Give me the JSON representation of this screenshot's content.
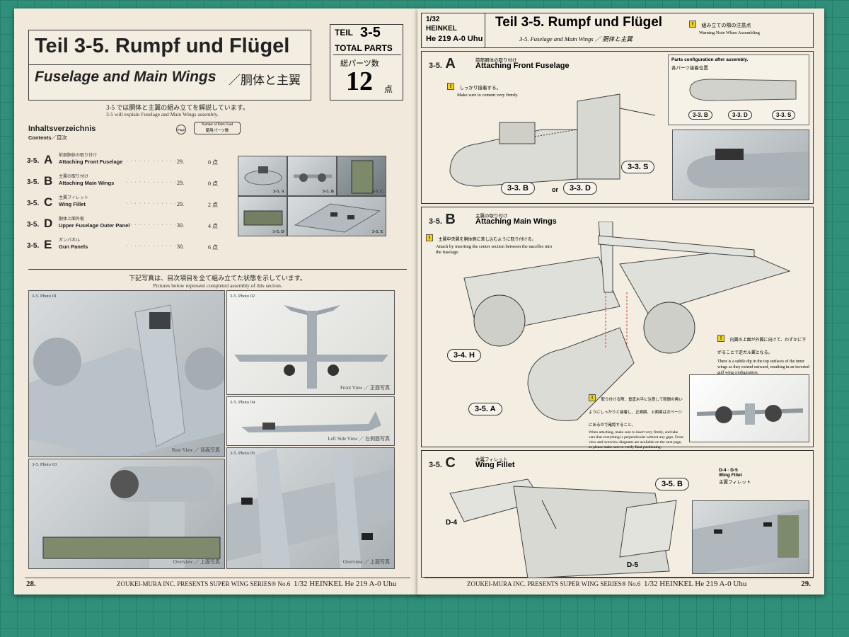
{
  "left_page": {
    "title_de": "Teil 3-5. Rumpf und Flügel",
    "title_en": "Fuselage and Main Wings",
    "title_jp": "／胴体と主翼",
    "teil_label": "TEIL",
    "teil_number": "3-5",
    "total_parts_label": "TOTAL PARTS",
    "total_parts_jp": "総パーツ数",
    "total_parts_count": "12",
    "total_parts_unit": "点",
    "intro_jp": "3-5 では胴体と主翼の組み立てを解説しています。",
    "intro_en": "3-5 will explain Fuselage and Main Wings assembly.",
    "toc": {
      "heading": "Inhaltsverzeichnis",
      "subheading": "Contents",
      "subheading_jp": "／目次",
      "page_badge": "Page",
      "parts_badge_en": "Number of Parts Used",
      "parts_badge_jp": "使用パーツ数",
      "rows": [
        {
          "num": "3-5.",
          "letter": "A",
          "jp": "前部胴体の取り付け",
          "en": "Attaching Front Fuselage",
          "page": "29.",
          "count": "0 点"
        },
        {
          "num": "3-5.",
          "letter": "B",
          "jp": "主翼の取り付け",
          "en": "Attaching Main Wings",
          "page": "29.",
          "count": "0 点"
        },
        {
          "num": "3-5.",
          "letter": "C",
          "jp": "主翼フィレット",
          "en": "Wing Fillet",
          "page": "29.",
          "count": "2 点"
        },
        {
          "num": "3-5.",
          "letter": "D",
          "jp": "胴体上面外板",
          "en": "Upper Fuselage Outer Panel",
          "page": "30.",
          "count": "4 点"
        },
        {
          "num": "3-5.",
          "letter": "E",
          "jp": "ガンパネル",
          "en": "Gun Panels",
          "page": "30.",
          "count": "6 点"
        }
      ],
      "thumbs": [
        "3-5. A",
        "3-5. B",
        "3-5. C",
        "3-5. D",
        "3-5. E"
      ]
    },
    "photos_jp": "下記写真は、目次項目を全て組み立てた状態を示しています。",
    "photos_en": "Pictures below represent completed assembly of this section.",
    "photos": [
      {
        "label": "3-5. Photo  01",
        "caption": "Rear View ／ 背面写真"
      },
      {
        "label": "3-5. Photo  02",
        "caption": "Front View ／ 正面写真"
      },
      {
        "label": "3-5. Photo  03",
        "caption": "Overview ／ 上面写真"
      },
      {
        "label": "3-5. Photo  04",
        "caption": "Left Side View ／ 左側面写真"
      },
      {
        "label": "3-5. Photo  05",
        "caption": "Overview ／ 上面写真"
      }
    ],
    "footer": {
      "page_num": "28.",
      "series": "ZOUKEI-MURA INC. PRESENTS   SUPER WING SERIES® No.6",
      "model": "1/32 HEINKEL He 219 A-0 Uhu"
    }
  },
  "right_page": {
    "scale": "1/32",
    "maker": "HEINKEL",
    "model": "He 219 A-0 Uhu",
    "title_de": "Teil 3-5.  Rumpf und Flügel",
    "subtitle": "3-5. Fuselage and Main Wings ／ 胴体と主翼",
    "warning_jp": "組み立ての際の注意点",
    "warning_en": "Warning Note When Assembling",
    "step_a": {
      "num": "3-5.",
      "letter": "A",
      "jp": "前部胴体の取り付け",
      "en": "Attaching Front Fuselage",
      "note_jp": "しっかり接着する。",
      "note_en": "Make sure to cement very firmly.",
      "parts_config_en": "Parts configuration after assembly.",
      "parts_config_jp": "各パーツ接着位置",
      "refs": [
        "3-3. B",
        "3-3. D",
        "3-3. S"
      ],
      "ref_s": "3-3. S",
      "ref_b": "3-3. B",
      "or": "or",
      "ref_d": "3-3. D"
    },
    "step_b": {
      "num": "3-5.",
      "letter": "B",
      "jp": "主翼の取り付け",
      "en": "Attaching Main Wings",
      "note_jp": "主翼中央翼を胴体側に差し込むように取り付ける。",
      "note_en": "Attach by inserting the center section between the nacelles into the fuselage.",
      "ref_h": "3-4. H",
      "ref_a": "3-5. A",
      "dihedral_jp": "内翼の上面が外翼に向けて、わずかに下がることで逆ガル翼となる。",
      "dihedral_en": "There is a subtle dip in the top surfaces of the inner wings as they extend outward, resulting in an inverted gull wing configuration.",
      "attach_jp": "取り付ける際、垂直水平に注意して隙間の無いようにしっかりと接着し、正面図、上面図は次ページにあるので確認すること。",
      "attach_en": "When attaching, make sure to insert very firmly, and take care that everything is perpendicular without any gaps. Front view and overview diagrams are available on the next page, so please make sure to verify final positioning."
    },
    "step_c": {
      "num": "3-5.",
      "letter": "C",
      "jp": "主翼フィレット",
      "en": "Wing Fillet",
      "ref_b": "3-5. B",
      "part_d4": "D-4",
      "part_d5": "D-5",
      "legend_parts": "D-4 · D-5",
      "legend_en": "Wing Fillet",
      "legend_jp": "主翼フィレット"
    },
    "footer": {
      "series": "ZOUKEI-MURA INC. PRESENTS   SUPER WING SERIES® No.6",
      "model": "1/32 HEINKEL He 219 A-0 Uhu",
      "page_num": "29."
    }
  }
}
